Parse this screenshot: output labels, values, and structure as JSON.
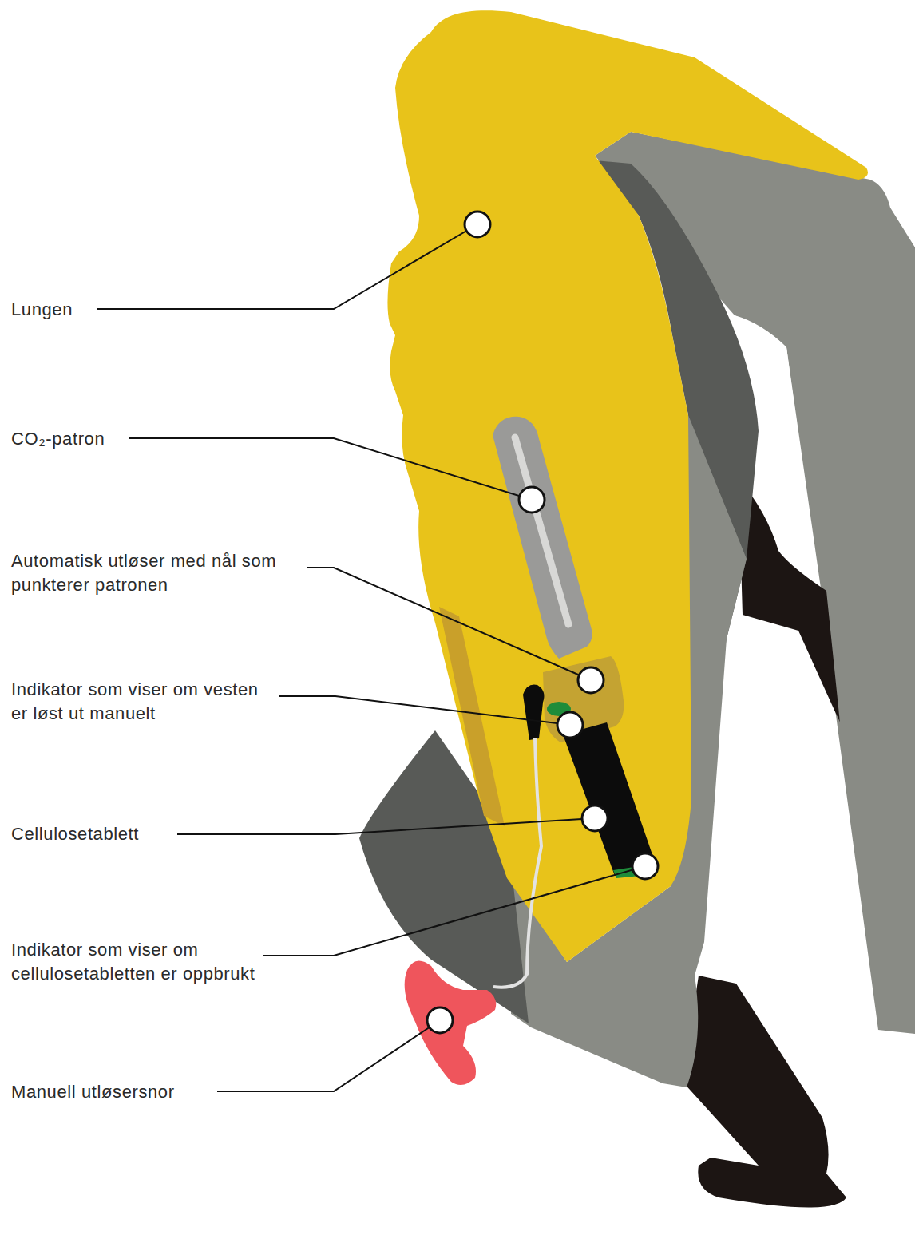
{
  "diagram": {
    "labels": [
      "Lungen",
      "CO₂-patron",
      "Automatisk utløser med nål som punkterer patronen",
      "Indikator som viser om vesten er løst ut manuelt",
      "Cellulosetablett",
      "Indikator som viser om cellulosetabletten er oppbrukt",
      "Manuell utløsersnor"
    ]
  }
}
